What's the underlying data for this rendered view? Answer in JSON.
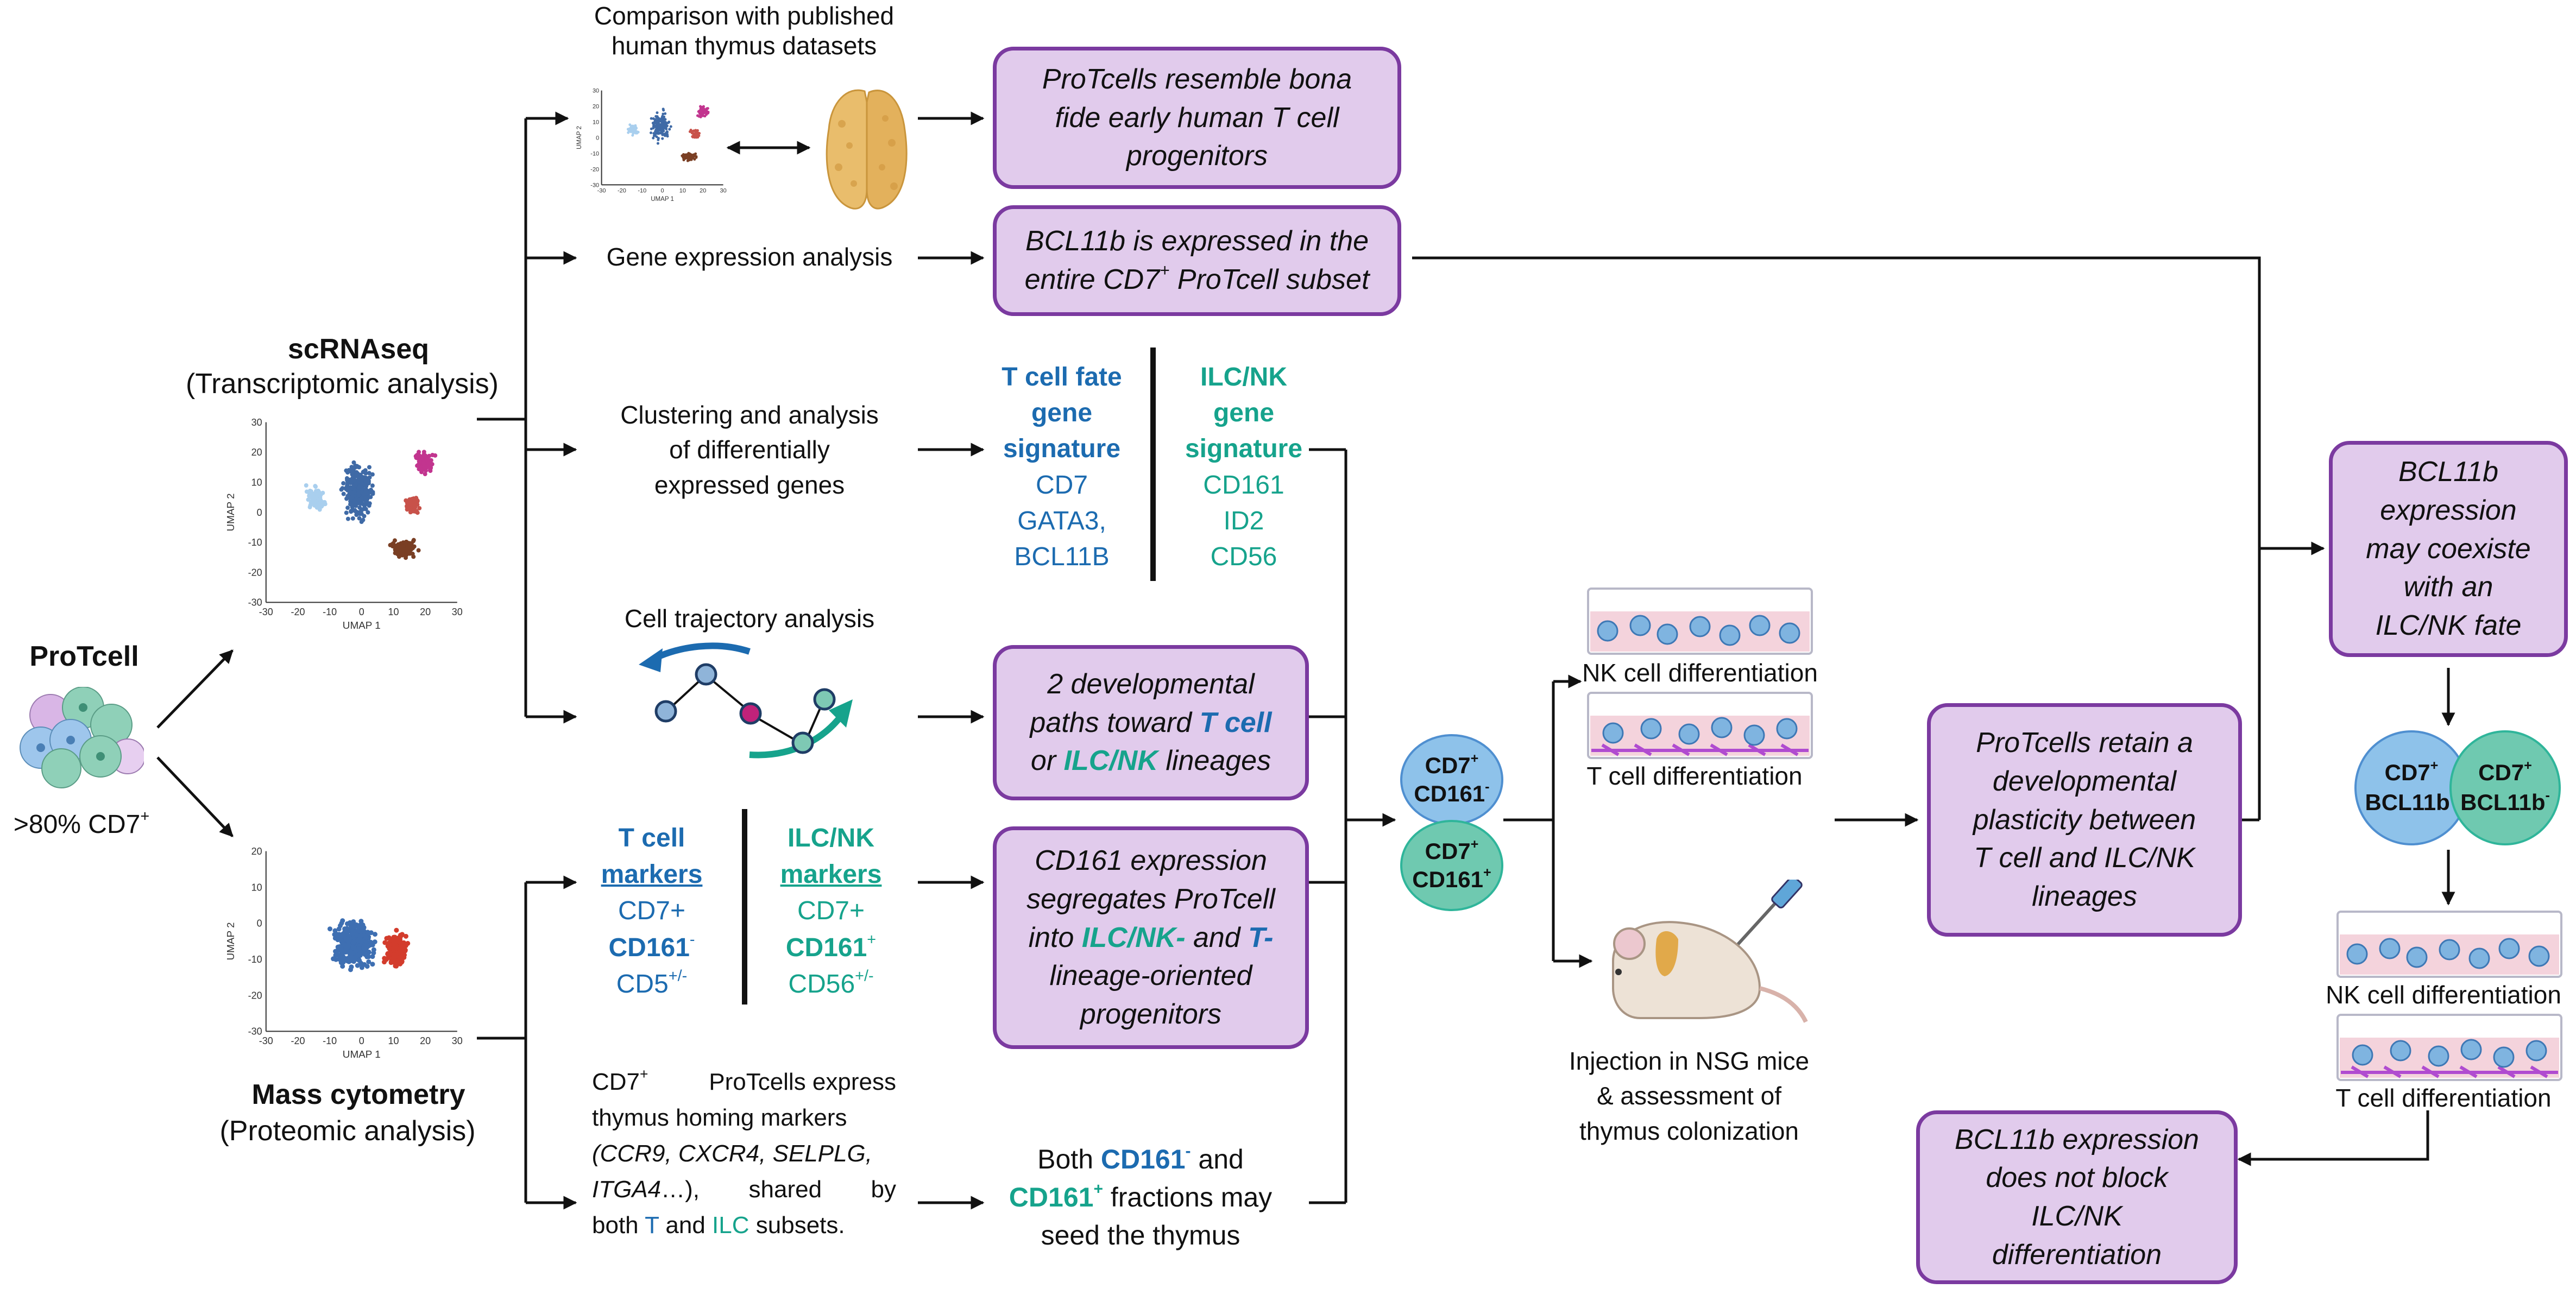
{
  "colors": {
    "t_cell": "#1c6bb0",
    "ilc_nk": "#16a38c",
    "box_fill": "#e1cbec",
    "box_border": "#7b3aa0",
    "cd161_neg": "#4f8fd0",
    "cd161_pos": "#2fb59a"
  },
  "protcell": {
    "title": "ProTcell",
    "footnote_main": ">80% CD7",
    "footnote_sup": "+"
  },
  "scrnaseq": {
    "title": "scRNAseq",
    "subtitle": "(Transcriptomic analysis)"
  },
  "mass": {
    "title": "Mass cytometry",
    "subtitle": "(Proteomic analysis)"
  },
  "umap": {
    "axis_x": "UMAP 1",
    "axis_y": "UMAP 2",
    "x_ticks": [
      "-30",
      "-20",
      "-10",
      "0",
      "10",
      "20",
      "30"
    ],
    "y_ticks": [
      "30",
      "20",
      "10",
      "0",
      "-10",
      "-20",
      "-30"
    ],
    "mass_y_ticks": [
      "20",
      "10",
      "0",
      "-10",
      "-20",
      "-30"
    ]
  },
  "comparison": {
    "line1": "Comparison with published",
    "line2": "human thymus datasets"
  },
  "gene_expr": "Gene expression analysis",
  "clustering": {
    "line1": "Clustering and analysis",
    "line2": "of differentially",
    "line3": "expressed genes"
  },
  "trajectory": "Cell trajectory analysis",
  "box_resemble": {
    "l1": "ProTcells resemble bona",
    "l2": "fide early human T cell",
    "l3": "progenitors"
  },
  "box_bcl11b": {
    "l1": "BCL11b is expressed in the",
    "l2a": "entire CD7",
    "l2sup": "+",
    "l2b": " ProTcell subset"
  },
  "tcell_sig": {
    "h1": "T cell fate",
    "h2": "gene",
    "h3": "signature",
    "g1": "CD7",
    "g2": "GATA3,",
    "g3": "BCL11B"
  },
  "ilc_sig": {
    "h1": "ILC/NK",
    "h2": "gene",
    "h3": "signature",
    "g1": "CD161",
    "g2": "ID2",
    "g3": "CD56"
  },
  "box_paths": {
    "l1": "2 developmental",
    "l2a": "paths toward ",
    "l2b": "T cell",
    "l3a": "or ",
    "l3b": "ILC/NK",
    "l3c": " lineages"
  },
  "tcell_markers": {
    "h1": "T cell",
    "h2": "markers",
    "m1": "CD7+",
    "m2": "CD161",
    "m2sup": "-",
    "m3": "CD5",
    "m3sup": "+/-"
  },
  "ilc_markers": {
    "h1": "ILC/NK",
    "h2": "markers",
    "m1": "CD7+",
    "m2": "CD161",
    "m2sup": "+",
    "m3": "CD56",
    "m3sup": "+/-"
  },
  "box_cd161": {
    "l1": "CD161 expression",
    "l2": "segregates ProTcell",
    "l3a": "into ",
    "l3b": "ILC/NK-",
    "l3c": " and ",
    "l3d": "T-",
    "l4": "lineage-oriented",
    "l5": "progenitors"
  },
  "homing": {
    "l1a": "CD7",
    "l1sup": "+",
    "l1b": " ProTcells express",
    "l2": "thymus homing markers",
    "l3": "(CCR9, CXCR4, SELPLG,",
    "l4a": "ITGA4",
    "l4b": "…),",
    "l4c": "shared",
    "l4d": "by",
    "l5a": "both ",
    "l5b": "T",
    "l5c": " and ",
    "l5d": "ILC",
    "l5e": " subsets."
  },
  "seed": {
    "l1a": "Both ",
    "l1b": "CD161",
    "l1sup": "-",
    "l1c": " and",
    "l2a": "CD161",
    "l2sup": "+",
    "l2b": " fractions may",
    "l3": "seed the thymus"
  },
  "cells": {
    "a_l1": "CD7",
    "a_l1sup": "+",
    "a_l2": "CD161",
    "a_l2sup": "-",
    "b_l1": "CD7",
    "b_l1sup": "+",
    "b_l2": "CD161",
    "b_l2sup": "+"
  },
  "nk_diff": "NK cell differentiation",
  "t_diff": "T cell differentiation",
  "injection": {
    "l1": "Injection in NSG mice",
    "l2": "& assessment of",
    "l3": "thymus colonization"
  },
  "box_retain": {
    "l1": "ProTcells retain a",
    "l2": "developmental",
    "l3": "plasticity between",
    "l4": "T cell and ILC/NK",
    "l5": "lineages"
  },
  "box_coexist": {
    "l1": "BCL11b",
    "l2": "expression",
    "l3": "may coexiste",
    "l4": "with an",
    "l5": "ILC/NK fate"
  },
  "bcl_cells": {
    "a1": "CD7",
    "a1sup": "+",
    "a2": "BCL11b",
    "a2sup": "+",
    "b1": "CD7",
    "b1sup": "+",
    "b2": "BCL11b",
    "b2sup": "-"
  },
  "nk_diff2": "NK cell differentiation",
  "t_diff2": "T cell differentiation",
  "box_noblock": {
    "l1": "BCL11b expression",
    "l2": "does not block",
    "l3": "ILC/NK",
    "l4": "differentiation"
  }
}
